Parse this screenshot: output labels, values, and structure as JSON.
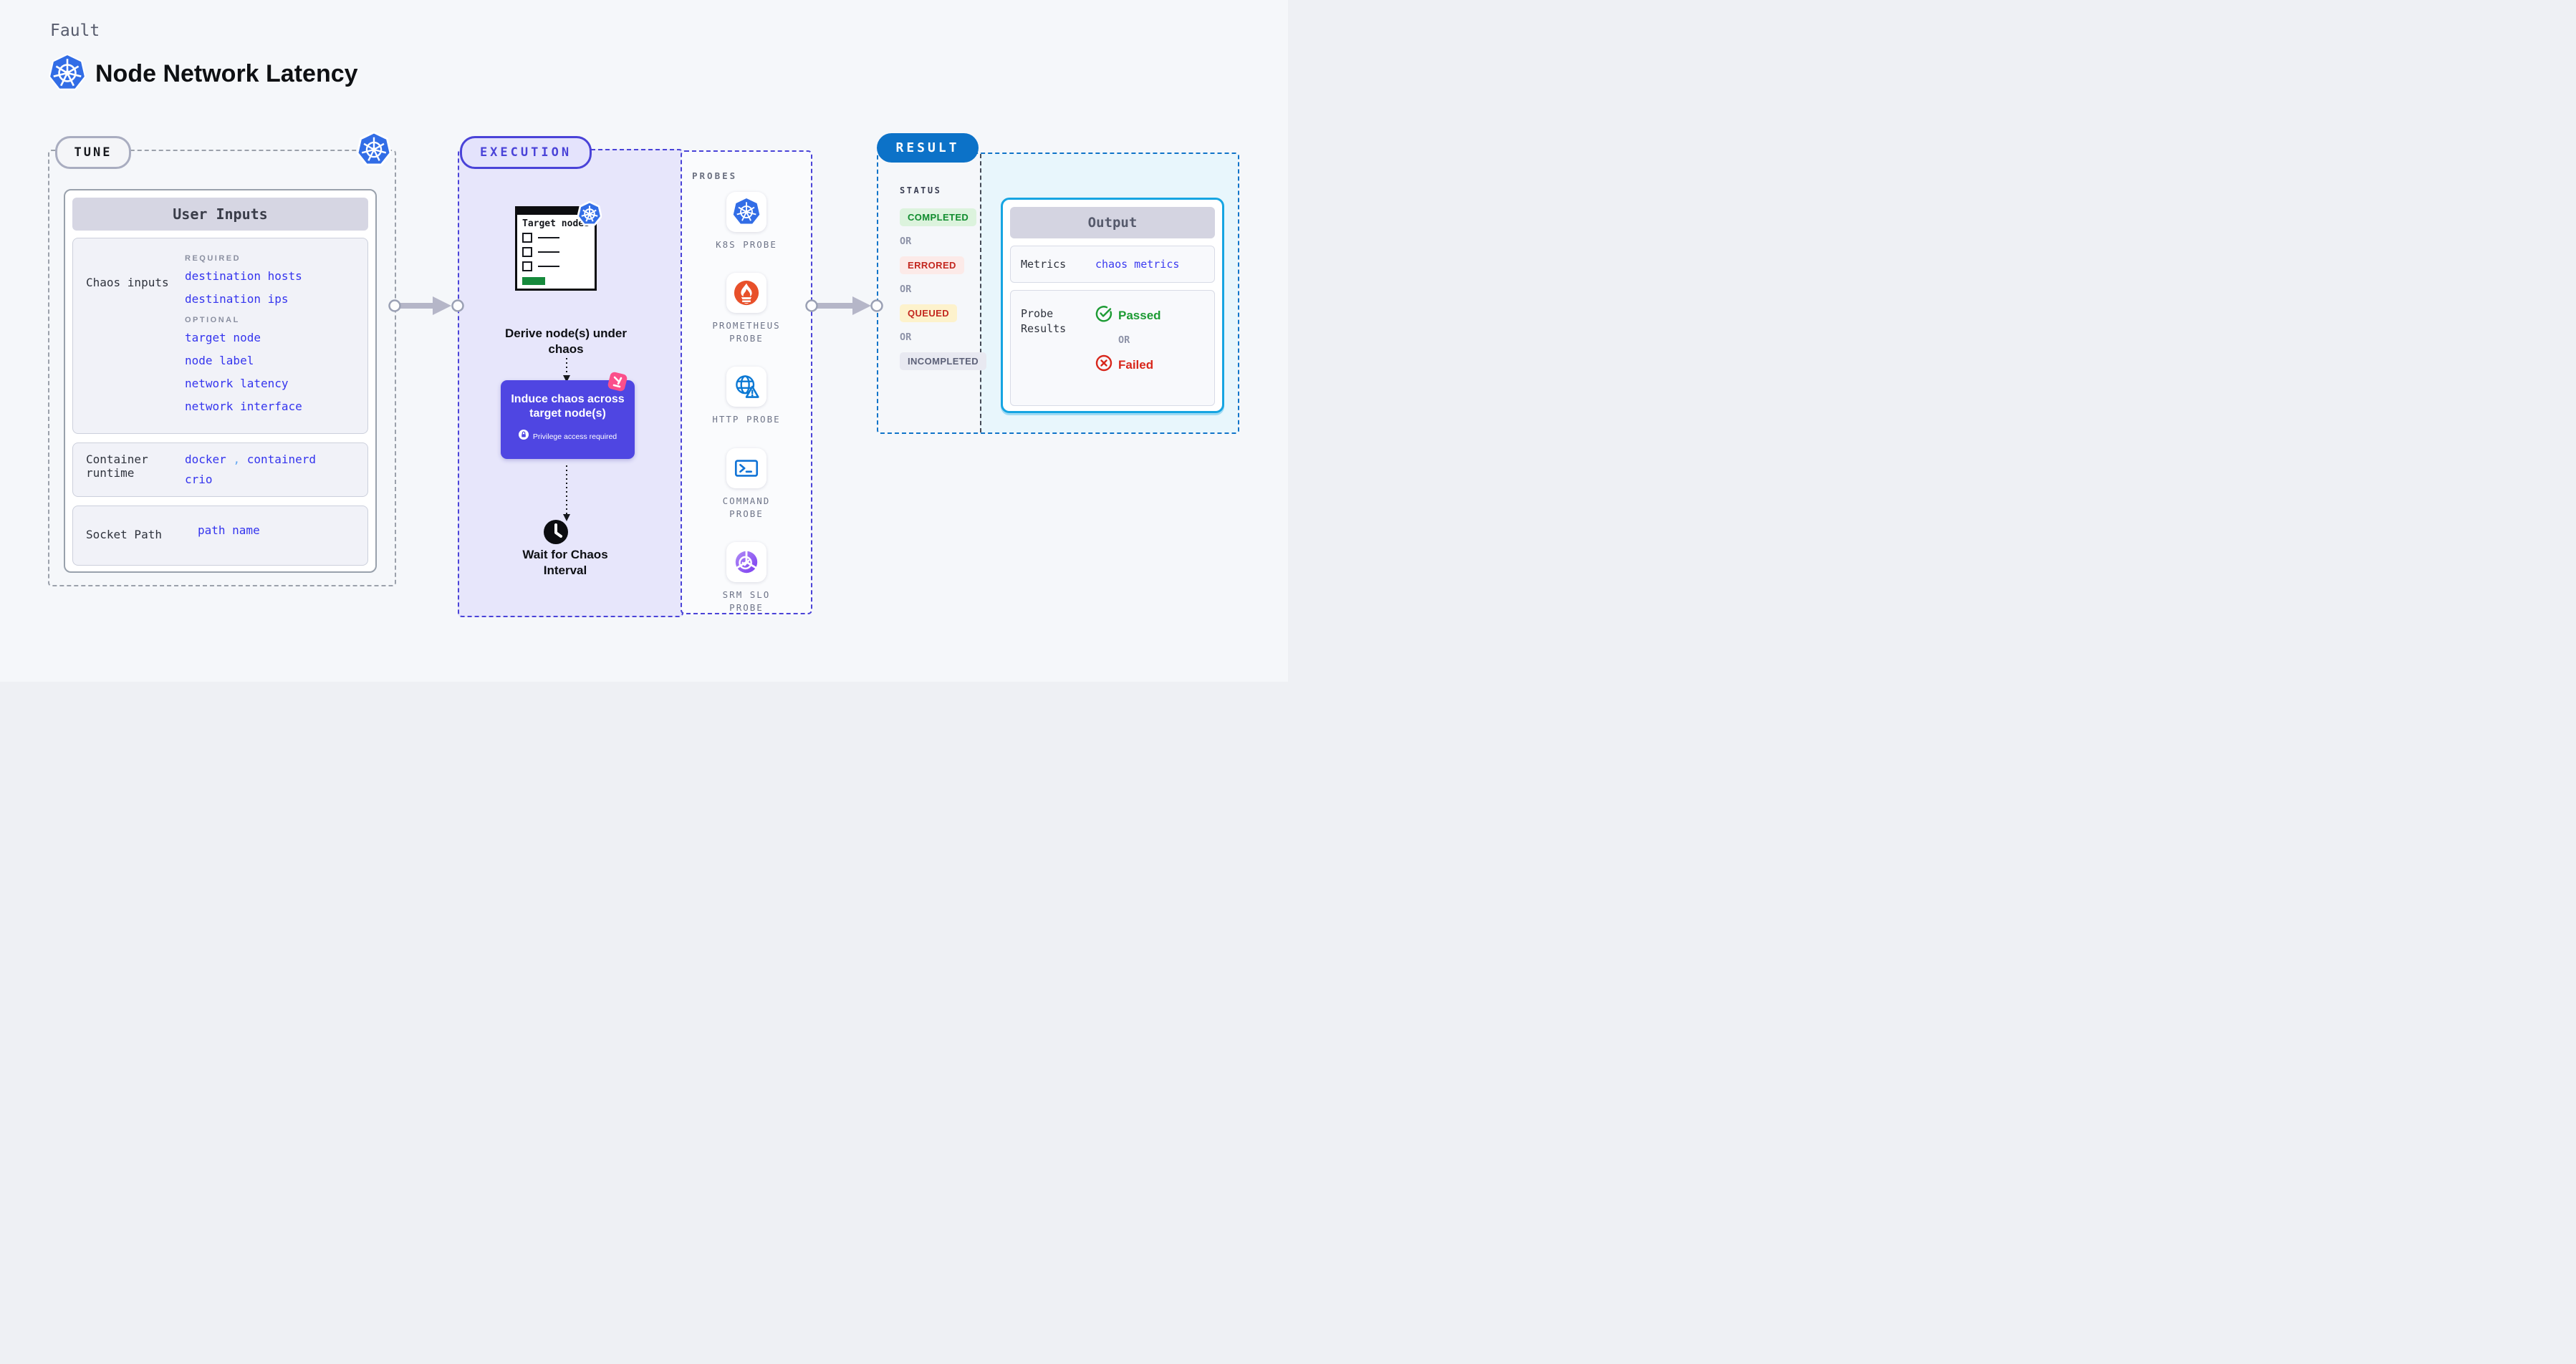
{
  "page": {
    "eyebrow": "Fault",
    "title": "Node Network Latency"
  },
  "colors": {
    "k8s_blue": "#326de6",
    "indigo_accent": "#4a43d8",
    "result_blue": "#0c72c8",
    "output_cyan_border": "#16a5e2",
    "link_blue": "#3434ee",
    "success_green": "#108c2e",
    "error_red": "#c3271f",
    "passed_green": "#1d9b34",
    "failed_red": "#d8271c",
    "prometheus_orange": "#e8502a",
    "srm_purple": "#8b5cf6",
    "litmus_pink": "#fb4f8b",
    "induce_purple": "#4f46e2",
    "target_green": "#178a3c"
  },
  "tune": {
    "badge": "TUNE",
    "card_header": "User Inputs",
    "chaos_inputs": {
      "label": "Chaos inputs",
      "required_heading": "REQUIRED",
      "required": [
        "destination hosts",
        "destination ips"
      ],
      "optional_heading": "OPTIONAL",
      "optional": [
        "target node",
        "node label",
        "network latency",
        "network interface"
      ]
    },
    "container_runtime": {
      "label": "Container runtime",
      "value_1": "docker",
      "separator": ",",
      "value_2": "containerd",
      "value_3": "crio"
    },
    "socket_path": {
      "label": "Socket Path",
      "value": "path name"
    }
  },
  "execution": {
    "badge": "EXECUTION",
    "window_title": "Target nodes",
    "derive_step": "Derive node(s) under chaos",
    "induce_step": "Induce chaos across target node(s)",
    "privilege_note": "Privilege access required",
    "wait_step": "Wait for Chaos Interval"
  },
  "probes": {
    "heading": "PROBES",
    "items": [
      {
        "label": "K8S PROBE",
        "icon": "kubernetes-icon"
      },
      {
        "label": "PROMETHEUS PROBE",
        "icon": "prometheus-icon"
      },
      {
        "label": "HTTP PROBE",
        "icon": "globe-alert-icon"
      },
      {
        "label": "COMMAND PROBE",
        "icon": "terminal-icon"
      },
      {
        "label": "SRM SLO PROBE",
        "icon": "slo-check-icon"
      }
    ]
  },
  "result": {
    "badge": "RESULT",
    "status_heading": "STATUS",
    "or": "OR",
    "statuses": [
      {
        "label": "COMPLETED",
        "type": "success"
      },
      {
        "label": "ERRORED",
        "type": "error"
      },
      {
        "label": "QUEUED",
        "type": "warning"
      },
      {
        "label": "INCOMPLETED",
        "type": "neutral"
      }
    ],
    "output": {
      "header": "Output",
      "metrics_label": "Metrics",
      "metrics_value": "chaos metrics",
      "probe_results_label": "Probe Results",
      "passed": "Passed",
      "failed": "Failed"
    }
  }
}
